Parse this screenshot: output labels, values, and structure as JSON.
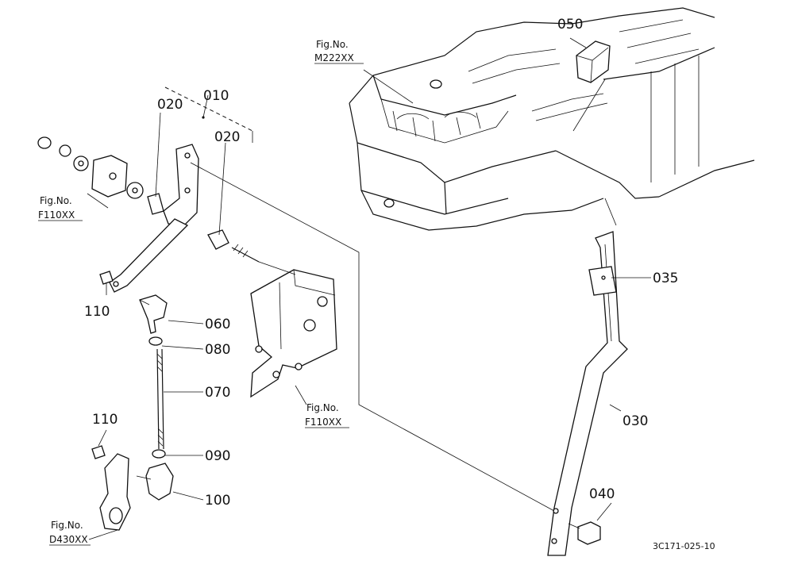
{
  "diagram": {
    "part_numbers": {
      "p010": "010",
      "p020a": "020",
      "p020b": "020",
      "p030": "030",
      "p035": "035",
      "p040": "040",
      "p050": "050",
      "p060": "060",
      "p070": "070",
      "p080": "080",
      "p090": "090",
      "p100": "100",
      "p110a": "110",
      "p110b": "110"
    },
    "fig_refs": {
      "m222": {
        "prefix": "Fig.No.",
        "code": "M222XX"
      },
      "f110_top": {
        "prefix": "Fig.No.",
        "code": "F110XX"
      },
      "f110_mid": {
        "prefix": "Fig.No.",
        "code": "F110XX"
      },
      "d430": {
        "prefix": "Fig.No.",
        "code": "D430XX"
      }
    },
    "drawing_code": "3C171-025-10"
  }
}
